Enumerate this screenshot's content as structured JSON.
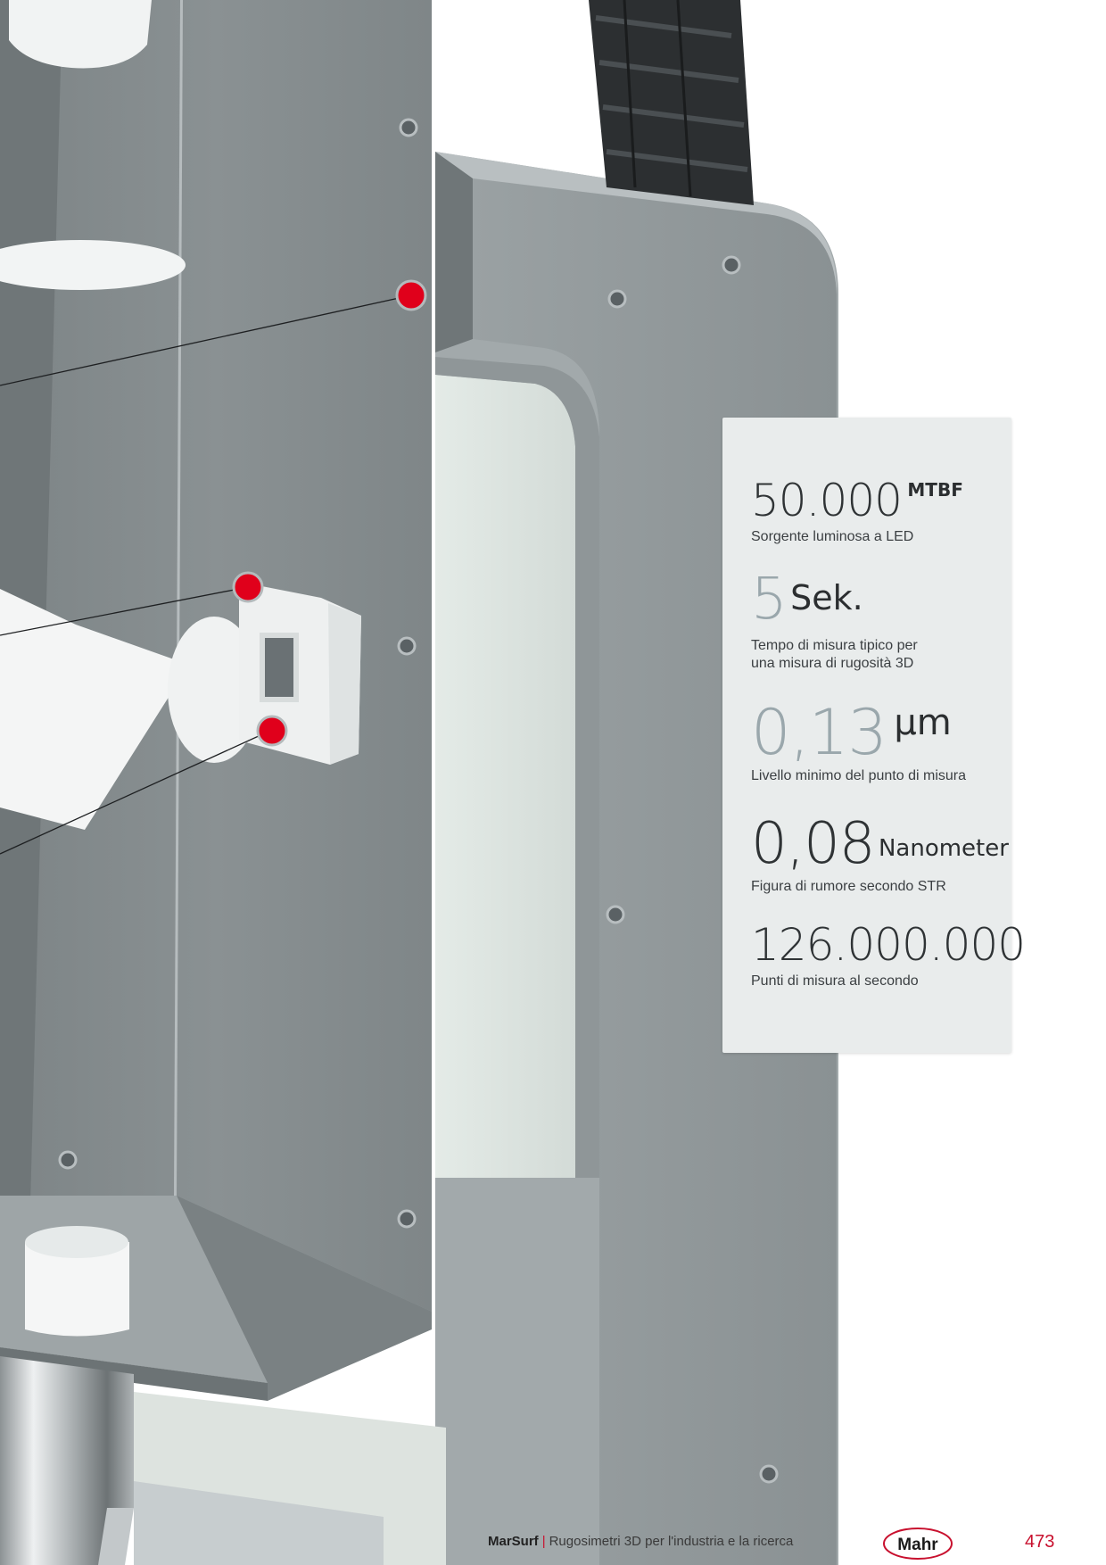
{
  "stats": [
    {
      "value": "50.000",
      "unit": "MTBF",
      "desc": "Sorgente luminosa a LED"
    },
    {
      "value": "5",
      "unit": "Sek.",
      "desc": "Tempo di misura tipico per una misura di rugosità 3D"
    },
    {
      "value": "0,13",
      "unit": "µm",
      "desc": "Livello minimo del punto di misura"
    },
    {
      "value": "0,08",
      "unit": "Nanometer",
      "desc": "Figura di rumore secondo STR"
    },
    {
      "value": "126.000.000",
      "unit": "",
      "desc": "Punti di misura al secondo"
    }
  ],
  "footer": {
    "product": "MarSurf",
    "separator": "|",
    "subtitle": "Rugosimetri 3D per l'industria e la ricerca",
    "page_number": "473",
    "logo_text": "Mahr"
  },
  "colors": {
    "accent": "#c8102e",
    "marker": "#e0001b",
    "panel_bg": "#e9ecec",
    "machine_gray": "#8e9597"
  }
}
